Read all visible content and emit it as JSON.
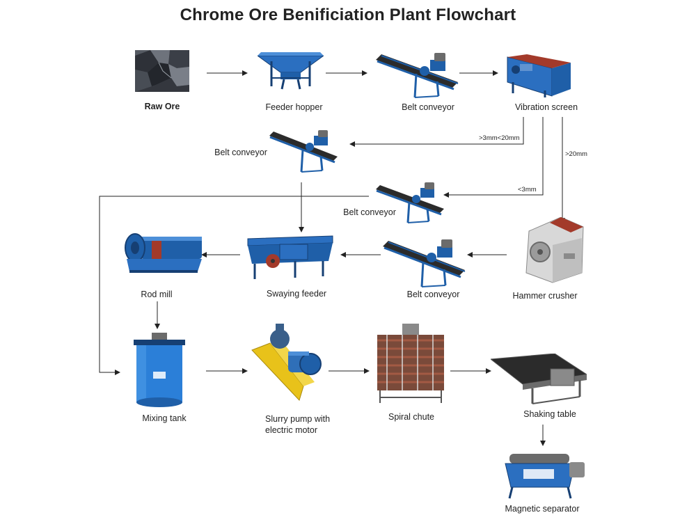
{
  "title": "Chrome Ore Benificiation Plant Flowchart",
  "nodes": {
    "raw_ore": "Raw Ore",
    "feeder_hopper": "Feeder hopper",
    "belt_conveyor_1": "Belt conveyor",
    "vibration_screen": "Vibration screen",
    "belt_conveyor_2": "Belt conveyor",
    "belt_conveyor_3": "Belt conveyor",
    "hammer_crusher": "Hammer crusher",
    "belt_conveyor_4": "Belt conveyor",
    "swaying_feeder": "Swaying feeder",
    "rod_mill": "Rod mill",
    "mixing_tank": "Mixing tank",
    "slurry_pump": "Slurry pump with electric motor",
    "spiral_chute": "Spiral chute",
    "shaking_table": "Shaking table",
    "magnetic_separator": "Magnetic separator"
  },
  "edge_labels": {
    "mid": ">3mm<20mm",
    "coarse": ">20mm",
    "fine": "<3mm"
  },
  "colors": {
    "blue": "#1f5fa8",
    "dark_blue": "#163f73",
    "yellow": "#e8c21a",
    "red": "#a33a2a",
    "grey": "#6b6b6b",
    "ore": "#3a3d44",
    "arrow": "#222222"
  }
}
